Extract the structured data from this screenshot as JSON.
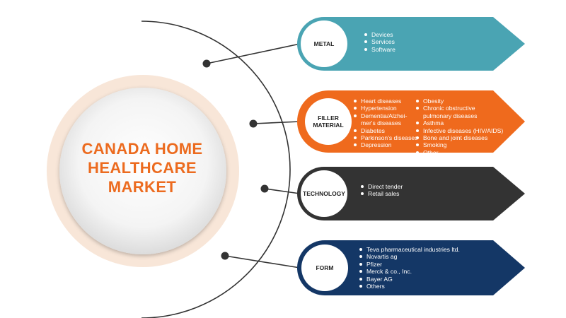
{
  "title": {
    "lines": [
      "CANADA HOME",
      "HEALTHCARE",
      "MARKET"
    ]
  },
  "colors": {
    "title_text": "#ec6b1f",
    "outer_ring": "#f8e6d8",
    "connector": "#333333",
    "metal": "#4aa4b3",
    "filler_material": "#ef6a1d",
    "technology": "#333333",
    "form": "#143766",
    "item_text": "#ffffff"
  },
  "segments": [
    {
      "key": "metal",
      "label": "METAL",
      "columns": [
        [
          "Devices",
          "Services",
          "Software"
        ]
      ]
    },
    {
      "key": "filler_material",
      "label": "FILLER\nMATERIAL",
      "columns": [
        [
          "Heart diseases",
          "Hypertension",
          "Dementia/Alzhei-\nmer's diseases",
          "Diabetes",
          "Parkinson's diseases",
          "Depression"
        ],
        [
          "Obesity",
          "Chronic obstructive\npulmonary diseases",
          "Asthma",
          "Infective diseases (HIV/AIDS)",
          "Bone and joint diseases",
          "Smoking",
          "Other"
        ]
      ]
    },
    {
      "key": "technology",
      "label": "TECHNOLOGY",
      "columns": [
        [
          "Direct tender",
          "Retail sales"
        ]
      ]
    },
    {
      "key": "form",
      "label": "FORM",
      "columns": [
        [
          "Teva pharmaceutical industries ltd.",
          "Novartis ag",
          "Pfizer",
          "Merck & co., Inc.",
          "Bayer AG",
          "Others"
        ]
      ]
    }
  ]
}
